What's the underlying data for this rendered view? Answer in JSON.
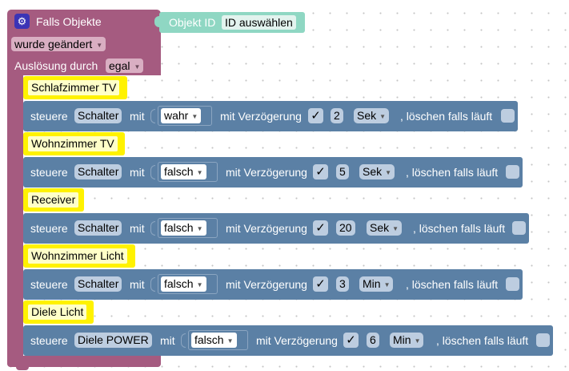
{
  "trigger": {
    "title": "Falls Objekte",
    "object_id_label": "Objekt ID",
    "object_id_value": "ID auswählen",
    "change_dropdown": "wurde geändert",
    "trigger_by_label": "Auslösung durch",
    "trigger_by_value": "egal"
  },
  "blocks": [
    {
      "comment": "Schlafzimmer TV",
      "steuere": "steuere",
      "object": "Schalter",
      "mit": "mit",
      "value": "wahr",
      "delay_label": "mit Verzögerung",
      "check": "✓",
      "delay": "2",
      "unit": "Sek",
      "clear_label": ", löschen falls läuft"
    },
    {
      "comment": "Wohnzimmer TV",
      "steuere": "steuere",
      "object": "Schalter",
      "mit": "mit",
      "value": "falsch",
      "delay_label": "mit Verzögerung",
      "check": "✓",
      "delay": "5",
      "unit": "Sek",
      "clear_label": ", löschen falls läuft"
    },
    {
      "comment": "Receiver",
      "steuere": "steuere",
      "object": "Schalter",
      "mit": "mit",
      "value": "falsch",
      "delay_label": "mit Verzögerung",
      "check": "✓",
      "delay": "20",
      "unit": "Sek",
      "clear_label": ", löschen falls läuft"
    },
    {
      "comment": "Wohnzimmer Licht",
      "steuere": "steuere",
      "object": "Schalter",
      "mit": "mit",
      "value": "falsch",
      "delay_label": "mit Verzögerung",
      "check": "✓",
      "delay": "3",
      "unit": "Min",
      "clear_label": ", löschen falls läuft"
    },
    {
      "comment": "Diele Licht",
      "steuere": "steuere",
      "object": "Diele POWER",
      "mit": "mit",
      "value": "falsch",
      "delay_label": "mit Verzögerung",
      "check": "✓",
      "delay": "6",
      "unit": "Min",
      "clear_label": ", löschen falls läuft"
    }
  ],
  "icons": {
    "gear": "⚙",
    "dropdown_arrow": "▼"
  },
  "colors": {
    "trigger": "#a55b80",
    "control": "#5b80a5",
    "comment": "#fff200",
    "object_id": "#8fd7c3"
  }
}
